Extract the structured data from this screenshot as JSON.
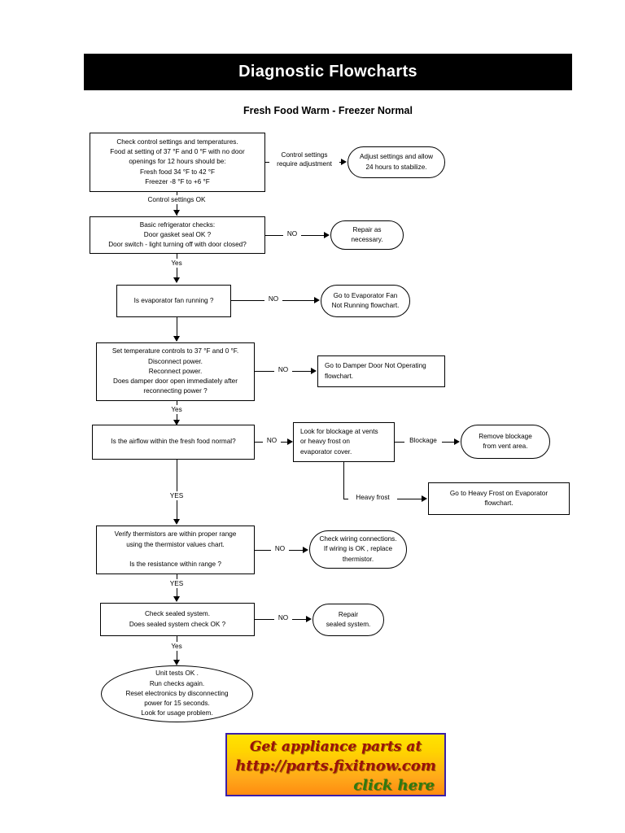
{
  "header": {
    "title": "Diagnostic Flowcharts",
    "subtitle": "Fresh Food Warm - Freezer Normal"
  },
  "nodes": {
    "check_control": {
      "lines": [
        "Check control settings and temperatures.",
        "Food at setting of 37 °F and 0 °F with no door",
        "openings for 12 hours should be:",
        "Fresh food  34 °F to 42 °F",
        "Freezer -8 °F to +6 °F"
      ]
    },
    "adjust_settings": {
      "lines": [
        "Adjust settings and allow",
        "24 hours to stabilize."
      ]
    },
    "basic_checks": {
      "lines": [
        "Basic refrigerator checks:",
        "Door gasket seal OK ?",
        "Door switch - light turning off with door closed?"
      ]
    },
    "repair_necessary": {
      "lines": [
        "Repair as",
        "necessary."
      ]
    },
    "evap_fan": {
      "lines": [
        "Is evaporator fan running ?"
      ]
    },
    "goto_evap_fan": {
      "lines": [
        "Go to Evaporator Fan",
        "Not Running flowchart."
      ]
    },
    "set_temp_controls": {
      "lines": [
        "Set temperature controls to 37 °F and 0 °F.",
        "Disconnect power.",
        "Reconnect power.",
        "Does damper door open immediately after",
        "reconnecting power ?"
      ]
    },
    "goto_damper": {
      "lines": [
        "Go to Damper Door Not Operating",
        "flowchart."
      ]
    },
    "airflow": {
      "lines": [
        "Is the airflow within the fresh food normal?"
      ]
    },
    "look_blockage": {
      "lines": [
        "Look for blockage at vents",
        "or heavy frost on",
        "evaporator cover."
      ]
    },
    "remove_blockage": {
      "lines": [
        "Remove blockage",
        "from vent area."
      ]
    },
    "goto_heavy_frost": {
      "lines": [
        "Go to Heavy Frost on Evaporator",
        "flowchart."
      ]
    },
    "verify_thermistors": {
      "lines": [
        "Verify thermistors are within proper range",
        "using the thermistor values chart.",
        "",
        "Is the resistance within range ?"
      ]
    },
    "check_wiring": {
      "lines": [
        "Check wiring connections.",
        "If wiring is OK , replace",
        "thermistor."
      ]
    },
    "check_sealed": {
      "lines": [
        "Check sealed system.",
        "Does sealed system check OK ?"
      ]
    },
    "repair_sealed": {
      "lines": [
        "Repair",
        "sealed system."
      ]
    },
    "unit_tests_ok": {
      "lines": [
        "Unit tests OK .",
        "Run checks again.",
        "Reset electronics by disconnecting",
        "power for 15 seconds.",
        "Look for usage problem."
      ]
    }
  },
  "edge_labels": {
    "control_require_adjustment": "Control settings\nrequire adjustment",
    "control_settings_ok": "Control settings OK",
    "no_1": "NO",
    "yes_1": "Yes",
    "no_2": "NO",
    "no_3": "NO",
    "yes_2": "Yes",
    "no_4": "NO",
    "yes_3": "YES",
    "blockage": "Blockage",
    "heavy_frost": "Heavy frost",
    "no_5": "NO",
    "yes_4": "YES",
    "no_6": "NO",
    "yes_5": "Yes"
  },
  "ad": {
    "line1": "Get appliance parts at",
    "line2": "http://parts.fixitnow.com",
    "line3": "click here",
    "border_color": "#3b1fa8",
    "text_color": "#9b1109",
    "click_color": "#2f7a10",
    "gradient_top": "#ffe400",
    "gradient_bottom": "#ff8c10"
  }
}
